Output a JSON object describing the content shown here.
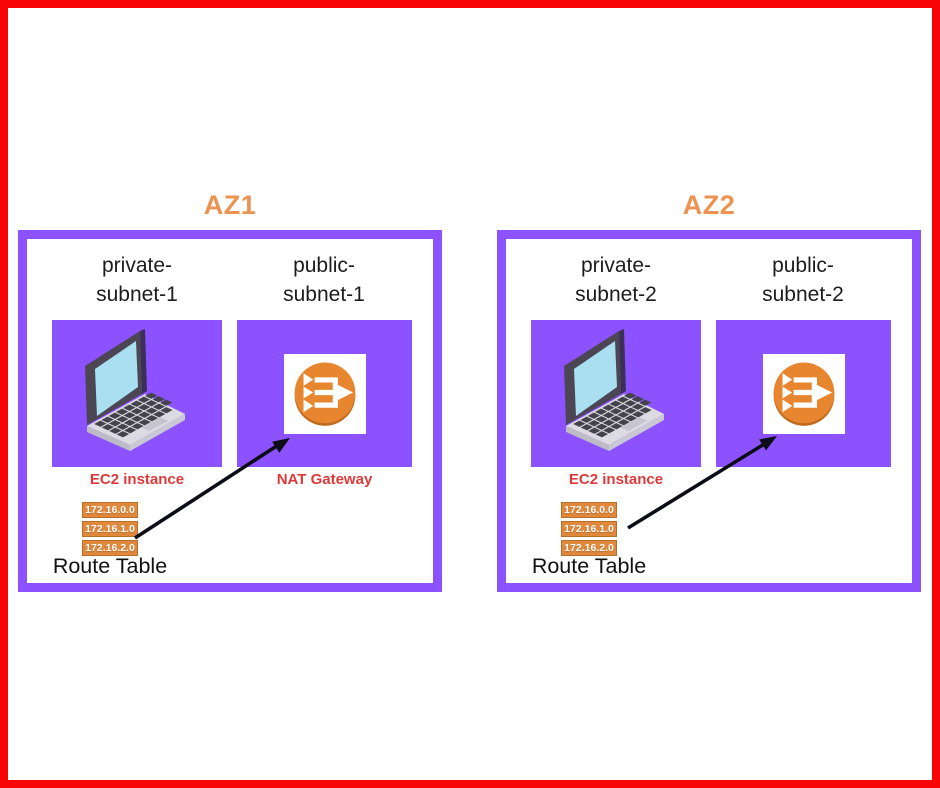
{
  "diagram": {
    "zones": [
      {
        "title": "AZ1",
        "private_subnet": {
          "name_line1": "private-",
          "name_line2": "subnet-1",
          "icon": "laptop-icon",
          "caption": "EC2 instance"
        },
        "public_subnet": {
          "name_line1": "public-",
          "name_line2": "subnet-1",
          "icon": "nat-gateway-icon",
          "caption": "NAT Gateway"
        },
        "route_table": {
          "entries": [
            "172.16.0.0",
            "172.16.1.0",
            "172.16.2.0"
          ],
          "caption": "Route Table"
        }
      },
      {
        "title": "AZ2",
        "private_subnet": {
          "name_line1": "private-",
          "name_line2": "subnet-2",
          "icon": "laptop-icon",
          "caption": "EC2 instance"
        },
        "public_subnet": {
          "name_line1": "public-",
          "name_line2": "subnet-2",
          "icon": "nat-gateway-icon"
        },
        "route_table": {
          "entries": [
            "172.16.0.0",
            "172.16.1.0",
            "172.16.2.0"
          ],
          "caption": "Route Table"
        }
      }
    ],
    "colors": {
      "frame_red": "#f60606",
      "purple": "#8c52ff",
      "orange_accent": "#ec9351",
      "label_red": "#dc3a3a",
      "chip_orange": "#e0883c",
      "nat_orange": "#e8862f",
      "nat_orange_dark": "#bf6a1e",
      "arrow": "#0d0d18"
    }
  }
}
